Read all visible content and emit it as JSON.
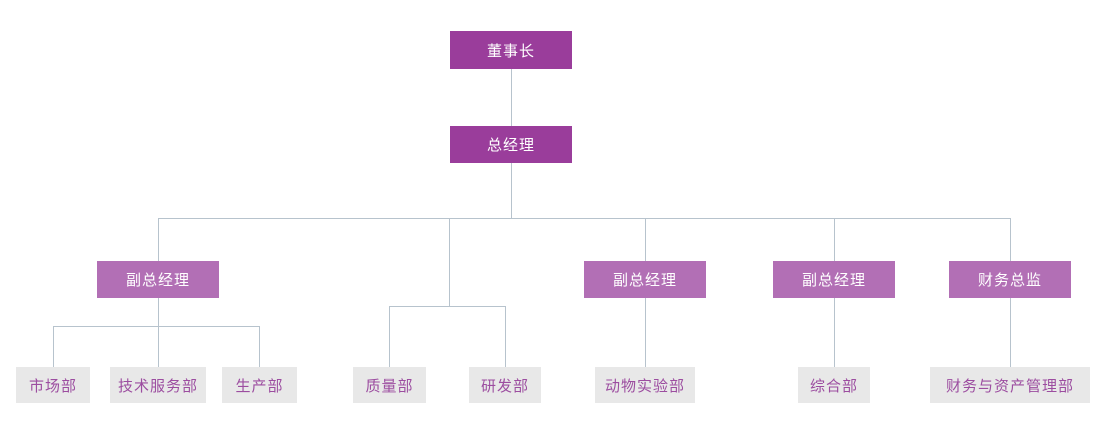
{
  "diagram": {
    "type": "organization-chart",
    "background": "#ffffff"
  },
  "colors": {
    "executive_fill": "#9A3D9B",
    "manager_fill": "#B26FB5",
    "department_fill": "#E8E8E8",
    "department_text": "#9C4DA0",
    "executive_text": "#FFFFFF",
    "connector_line": "#B7C3CD"
  },
  "nodes": {
    "chairman": {
      "label": "董事长",
      "level": "executive"
    },
    "general_manager": {
      "label": "总经理",
      "level": "executive"
    },
    "deputy_gm_1": {
      "label": "副总经理",
      "level": "manager"
    },
    "deputy_gm_2": {
      "label": "副总经理",
      "level": "manager"
    },
    "deputy_gm_3": {
      "label": "副总经理",
      "level": "manager"
    },
    "finance_director": {
      "label": "财务总监",
      "level": "manager"
    },
    "marketing_dept": {
      "label": "市场部",
      "level": "department"
    },
    "tech_service_dept": {
      "label": "技术服务部",
      "level": "department"
    },
    "production_dept": {
      "label": "生产部",
      "level": "department"
    },
    "quality_dept": {
      "label": "质量部",
      "level": "department"
    },
    "rnd_dept": {
      "label": "研发部",
      "level": "department"
    },
    "animal_lab_dept": {
      "label": "动物实验部",
      "level": "department"
    },
    "general_affairs_dept": {
      "label": "综合部",
      "level": "department"
    },
    "finance_asset_dept": {
      "label": "财务与资产管理部",
      "level": "department"
    }
  },
  "edges": [
    {
      "from": "chairman",
      "to": "general_manager"
    },
    {
      "from": "general_manager",
      "to": "deputy_gm_1"
    },
    {
      "from": "general_manager",
      "to": "quality_dept",
      "note": "via unlabeled junction"
    },
    {
      "from": "general_manager",
      "to": "rnd_dept",
      "note": "via unlabeled junction"
    },
    {
      "from": "general_manager",
      "to": "deputy_gm_2"
    },
    {
      "from": "general_manager",
      "to": "deputy_gm_3"
    },
    {
      "from": "general_manager",
      "to": "finance_director"
    },
    {
      "from": "deputy_gm_1",
      "to": "marketing_dept"
    },
    {
      "from": "deputy_gm_1",
      "to": "tech_service_dept"
    },
    {
      "from": "deputy_gm_1",
      "to": "production_dept"
    },
    {
      "from": "deputy_gm_2",
      "to": "animal_lab_dept"
    },
    {
      "from": "deputy_gm_3",
      "to": "general_affairs_dept"
    },
    {
      "from": "finance_director",
      "to": "finance_asset_dept"
    }
  ]
}
